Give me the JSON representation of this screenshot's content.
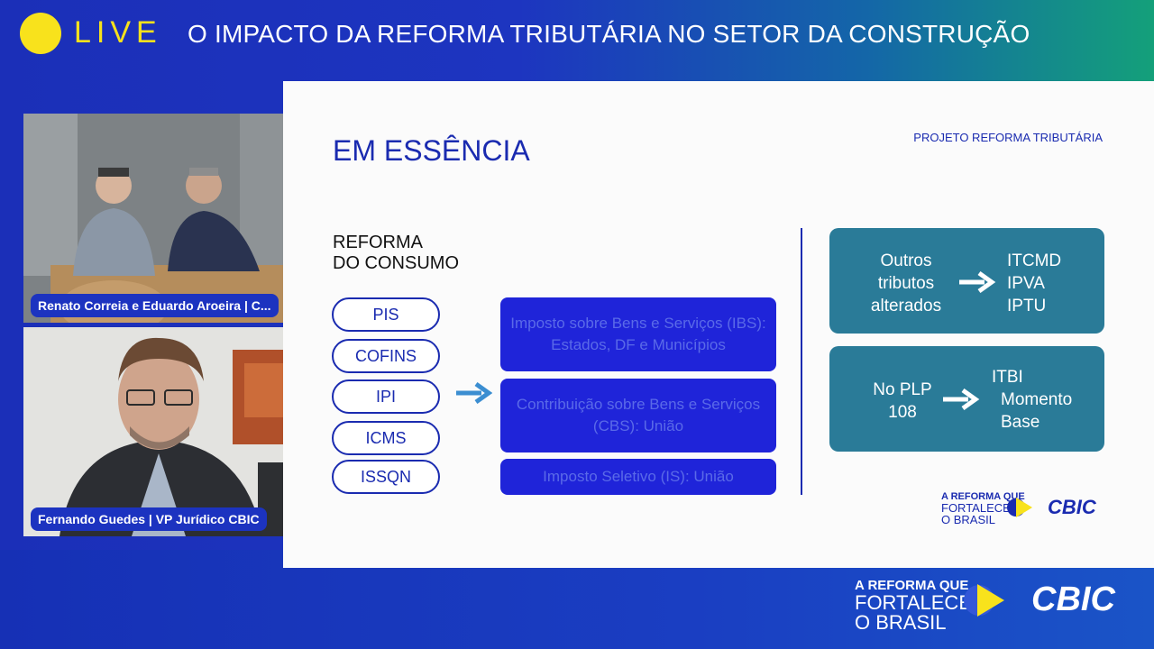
{
  "header": {
    "live_label": "LIVE",
    "title": "O IMPACTO DA REFORMA TRIBUTÁRIA  NO SETOR DA CONSTRUÇÃO"
  },
  "slide": {
    "title": "EM ESSÊNCIA",
    "project_label": "PROJETO REFORMA TRIBUTÁRIA",
    "reform_title": "REFORMA\nDO CONSUMO",
    "taxes": [
      "PIS",
      "COFINS",
      "IPI",
      "ICMS",
      "ISSQN"
    ],
    "new_taxes": [
      "Imposto sobre Bens e Serviços (IBS): Estados, DF e Municípios",
      "Contribuição sobre Bens e Serviços (CBS): União",
      "Imposto Seletivo (IS): União"
    ],
    "other_box": {
      "left": "Outros\ntributos\nalterados",
      "items": [
        "ITCMD",
        "IPVA",
        "IPTU"
      ]
    },
    "plp_box": {
      "left": "No PLP\n108",
      "items": [
        "ITBI",
        "Momento",
        "Base"
      ]
    },
    "logo_text_1": "A REFORMA QUE",
    "logo_text_2": "FORTALECE",
    "logo_text_3": "O BRASIL",
    "logo_cbic": "CBIC"
  },
  "videos": [
    {
      "name_tag": "Renato Correia e Eduardo Aroeira | C..."
    },
    {
      "name_tag": "Fernando Guedes | VP Jurídico CBIC"
    }
  ],
  "footer": {
    "logo_line_1": "A REFORMA QUE",
    "logo_line_2": "FORTALECE",
    "logo_line_3": "O BRASIL",
    "cbic": "CBIC"
  },
  "colors": {
    "live_yellow": "#f8e21c",
    "slide_blue": "#1a2bb0",
    "box_blue": "#1f24d9",
    "teal": "#2a7b98"
  }
}
